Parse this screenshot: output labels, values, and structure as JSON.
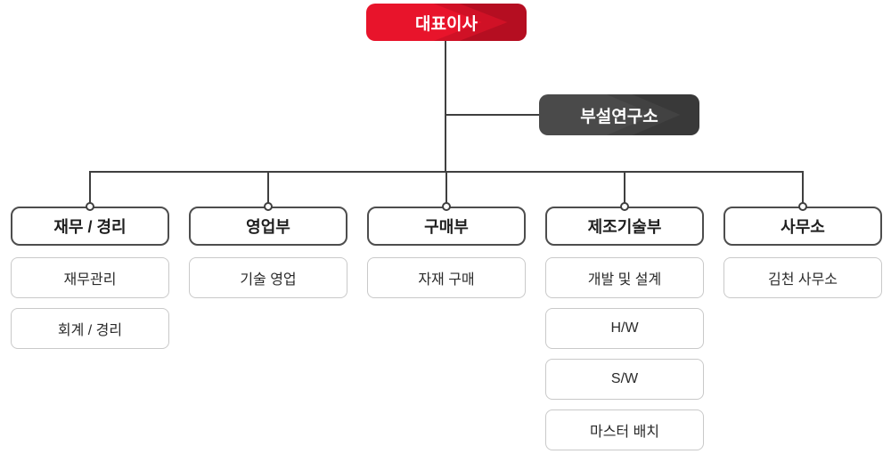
{
  "org": {
    "ceo": {
      "label": "대표이사"
    },
    "research": {
      "label": "부설연구소"
    },
    "departments": [
      {
        "label": "재무 / 경리",
        "subs": [
          "재무관리",
          "회계 / 경리"
        ]
      },
      {
        "label": "영업부",
        "subs": [
          "기술 영업"
        ]
      },
      {
        "label": "구매부",
        "subs": [
          "자재 구매"
        ]
      },
      {
        "label": "제조기술부",
        "subs": [
          "개발 및 설계",
          "H/W",
          "S/W",
          "마스터 배치"
        ]
      },
      {
        "label": "사무소",
        "subs": [
          "김천 사무소"
        ]
      }
    ]
  },
  "colors": {
    "accent_red": "#e8142b",
    "accent_red_dark": "#c10e1f",
    "research_gray": "#4a4a4a",
    "line": "#3f3f3f",
    "dept_border": "#4d4d4d",
    "sub_border": "#c9c9c9"
  }
}
